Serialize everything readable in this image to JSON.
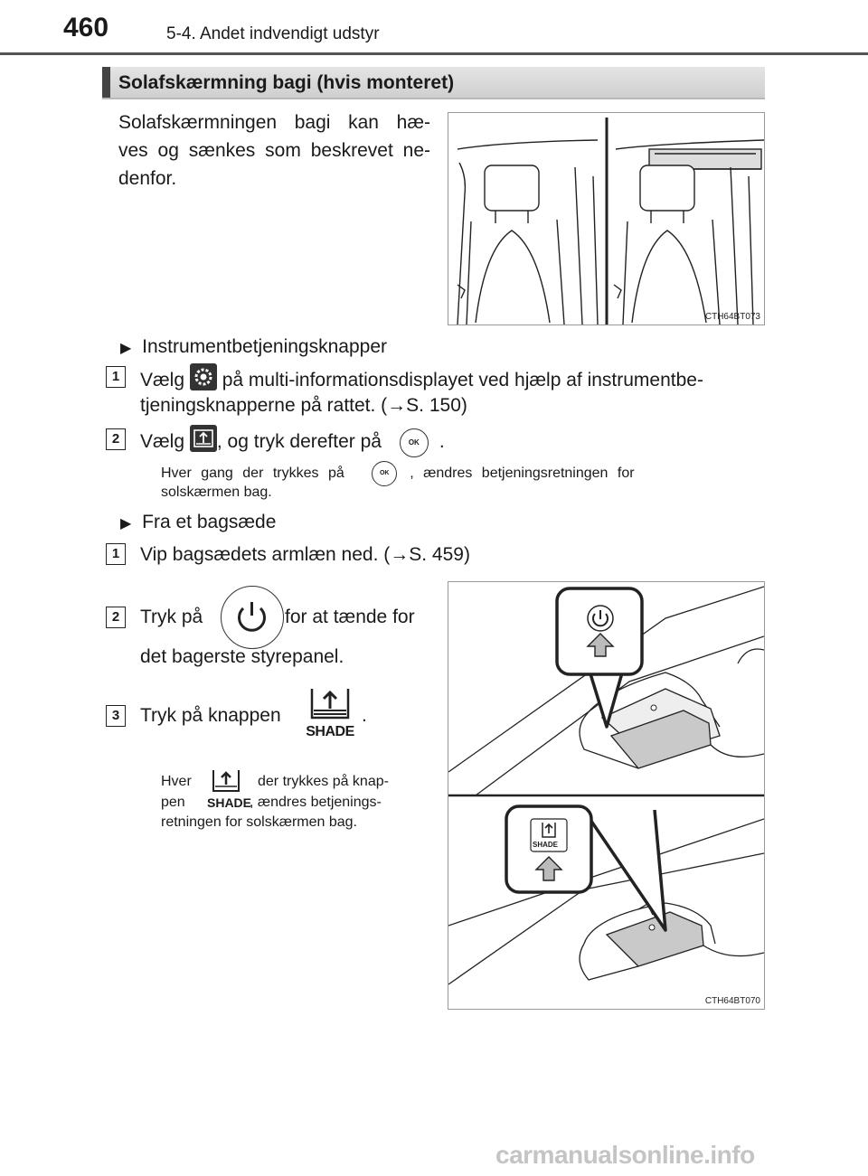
{
  "header": {
    "page_number": "460",
    "chapter": "5-4. Andet indvendigt udstyr"
  },
  "section": {
    "title": "Solafskærmning bagi (hvis monteret)"
  },
  "intro": {
    "line1": "Solafskærmningen bagi kan hæ-",
    "line2": "ves og sænkes som beskrevet ne-",
    "line3": "denfor."
  },
  "figure1": {
    "code": "CTH64BT073"
  },
  "method_a": {
    "heading": "Instrumentbetjeningsknapper",
    "step1": {
      "number": "1",
      "before": "Vælg",
      "after": "på multi-informationsdisplayet ved hjælp af instrumentbe-",
      "line2": "tjeningsknapperne på rattet. (→S. 150)"
    },
    "step2": {
      "number": "2",
      "before": "Vælg",
      "middle": ", og tryk derefter på",
      "after": "."
    },
    "note_before": "Hver gang der trykkes på",
    "note_after": ", ændres betjeningsretningen for",
    "note_line2": "solskærmen bag.",
    "ok_label": "OK"
  },
  "method_b": {
    "heading": "Fra et bagsæde",
    "step1": {
      "number": "1",
      "text": "Vip bagsædets armlæn ned. (→S. 459)"
    },
    "step2": {
      "number": "2",
      "before": "Tryk på",
      "after": "for at tænde for",
      "line2": "det bagerste styrepanel."
    },
    "step3": {
      "number": "3",
      "text": "Tryk på knappen",
      "after": "."
    },
    "note_line1_a": "Hver",
    "note_line1_b": "der trykkes på knap-",
    "note_line2_a": "pen",
    "note_line2_b": ", ændres betjenings-",
    "note_line3": "retningen for solskærmen bag.",
    "shade_label": "SHADE"
  },
  "figure2": {
    "code": "CTH64BT070",
    "shade_label": "SHADE"
  },
  "footer": {
    "watermark": "carmanualsonline.info"
  }
}
